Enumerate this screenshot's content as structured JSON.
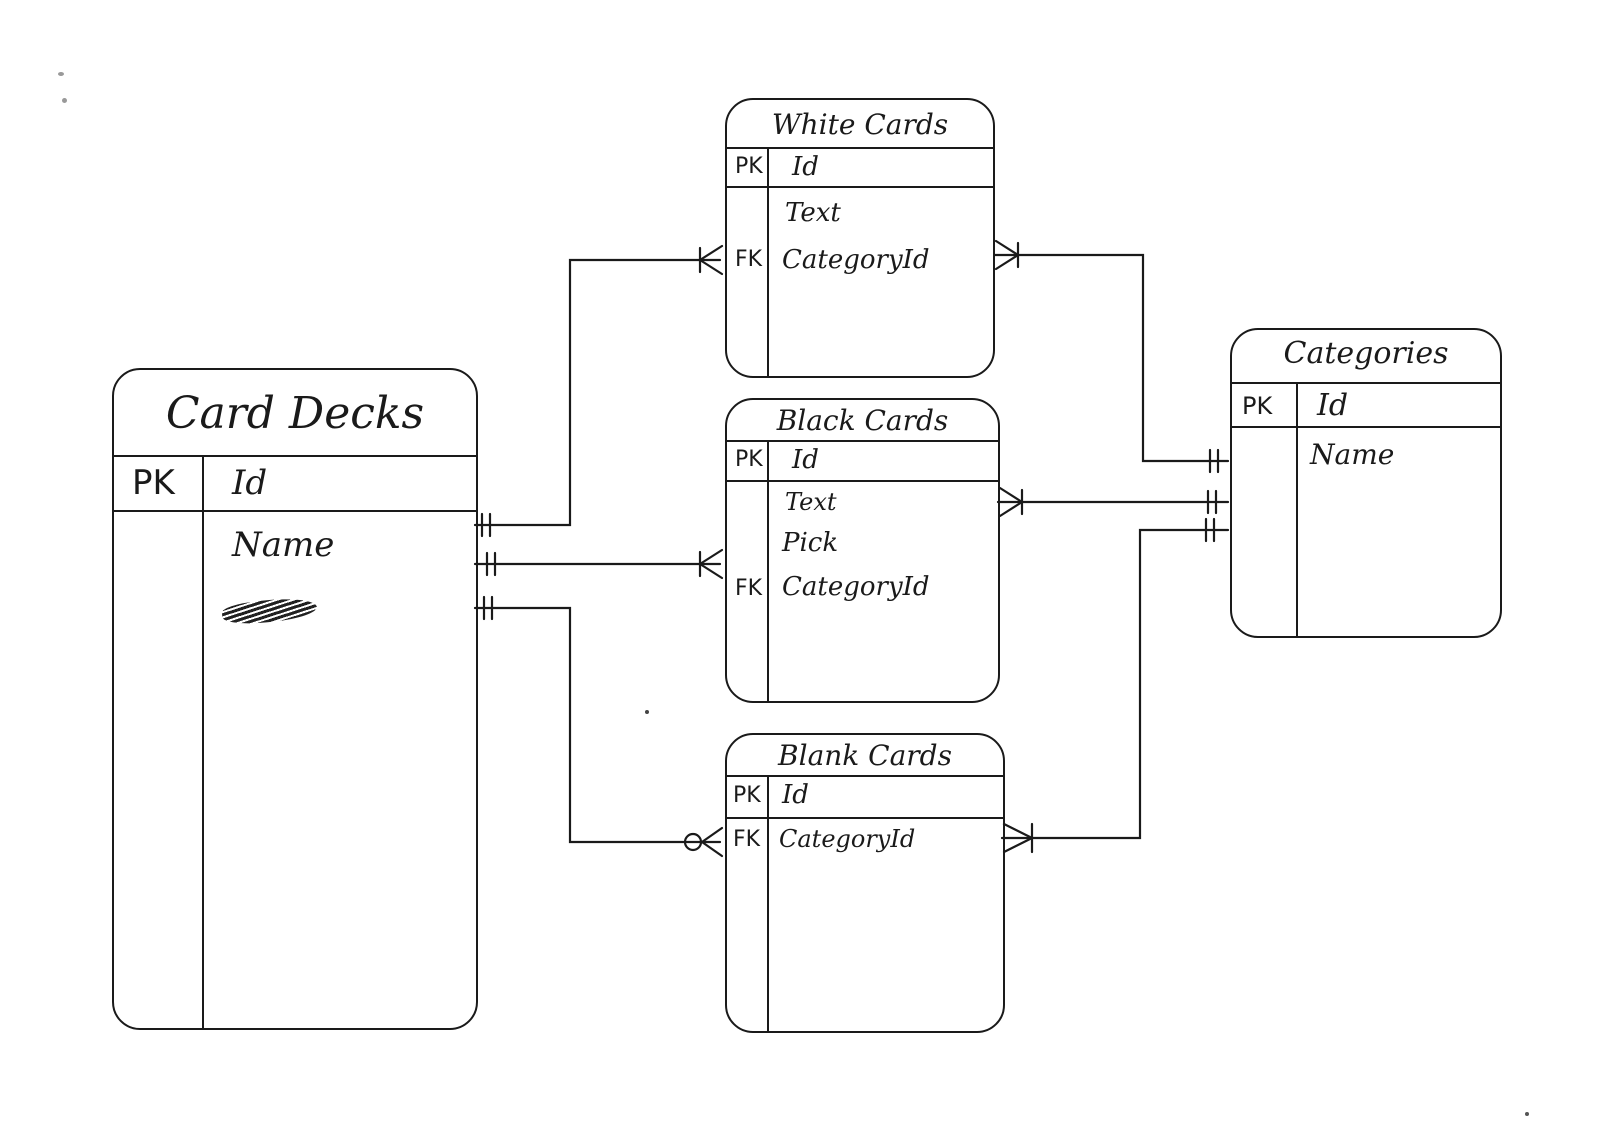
{
  "entities": {
    "card_decks": {
      "title": "Card Decks",
      "pk_label": "PK",
      "pk_field": "Id",
      "fields": [
        "Name"
      ]
    },
    "white_cards": {
      "title": "White Cards",
      "pk_label": "PK",
      "pk_field": "Id",
      "fields": [
        "Text"
      ],
      "fk_label": "FK",
      "fk_field": "CategoryId"
    },
    "black_cards": {
      "title": "Black Cards",
      "pk_label": "PK",
      "pk_field": "Id",
      "fields": [
        "Text",
        "Pick"
      ],
      "fk_label": "FK",
      "fk_field": "CategoryId"
    },
    "blank_cards": {
      "title": "Blank Cards",
      "pk_label": "PK",
      "pk_field": "Id",
      "fk_label": "FK",
      "fk_field": "CategoryId"
    },
    "categories": {
      "title": "Categories",
      "pk_label": "PK",
      "pk_field": "Id",
      "fields": [
        "Name"
      ]
    }
  },
  "relationships": [
    {
      "from": "card_decks",
      "to": "white_cards",
      "from_end": "one-and-only-one",
      "to_end": "one-or-many"
    },
    {
      "from": "card_decks",
      "to": "black_cards",
      "from_end": "one-and-only-one",
      "to_end": "one-or-many"
    },
    {
      "from": "card_decks",
      "to": "blank_cards",
      "from_end": "one-and-only-one",
      "to_end": "zero-or-many"
    },
    {
      "from": "categories",
      "to": "white_cards",
      "from_end": "one-and-only-one",
      "to_end": "one-or-many"
    },
    {
      "from": "categories",
      "to": "black_cards",
      "from_end": "one-and-only-one",
      "to_end": "one-or-many"
    },
    {
      "from": "categories",
      "to": "blank_cards",
      "from_end": "one-and-only-one",
      "to_end": "one-or-many"
    }
  ],
  "colors": {
    "ink": "#1a1a1a",
    "paper": "#ffffff"
  }
}
